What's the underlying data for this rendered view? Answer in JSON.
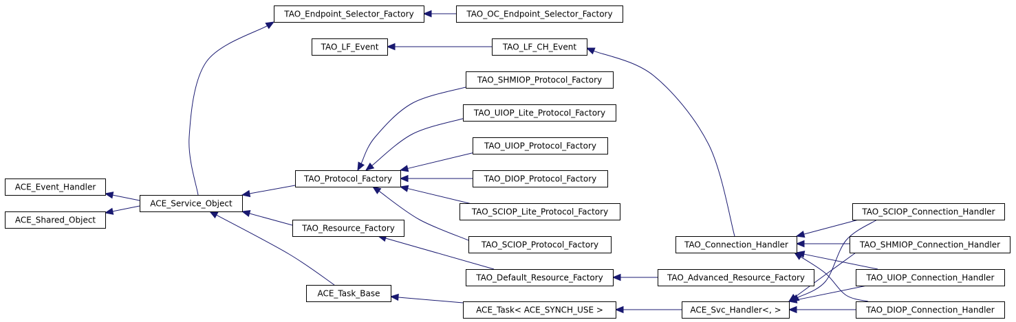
{
  "diagram": {
    "kind": "class inheritance graph",
    "colors": {
      "edge": "#191970",
      "node_border": "#000000",
      "node_fill": "#ffffff"
    },
    "nodes": [
      {
        "id": "endpoint_selector_factory",
        "label": "TAO_Endpoint_Selector_Factory"
      },
      {
        "id": "oc_endpoint_selector_factory",
        "label": "TAO_OC_Endpoint_Selector_Factory"
      },
      {
        "id": "lf_event",
        "label": "TAO_LF_Event"
      },
      {
        "id": "lf_ch_event",
        "label": "TAO_LF_CH_Event"
      },
      {
        "id": "shmiop_protocol_factory",
        "label": "TAO_SHMIOP_Protocol_Factory"
      },
      {
        "id": "uiop_lite_protocol_factory",
        "label": "TAO_UIOP_Lite_Protocol_Factory"
      },
      {
        "id": "uiop_protocol_factory",
        "label": "TAO_UIOP_Protocol_Factory"
      },
      {
        "id": "diop_protocol_factory",
        "label": "TAO_DIOP_Protocol_Factory"
      },
      {
        "id": "sciop_lite_protocol_factory",
        "label": "TAO_SCIOP_Lite_Protocol_Factory"
      },
      {
        "id": "sciop_protocol_factory",
        "label": "TAO_SCIOP_Protocol_Factory"
      },
      {
        "id": "protocol_factory",
        "label": "TAO_Protocol_Factory"
      },
      {
        "id": "resource_factory",
        "label": "TAO_Resource_Factory"
      },
      {
        "id": "event_handler",
        "label": "ACE_Event_Handler"
      },
      {
        "id": "shared_object",
        "label": "ACE_Shared_Object"
      },
      {
        "id": "service_object",
        "label": "ACE_Service_Object"
      },
      {
        "id": "task_base",
        "label": "ACE_Task_Base"
      },
      {
        "id": "default_resource_factory",
        "label": "TAO_Default_Resource_Factory"
      },
      {
        "id": "advanced_resource_factory",
        "label": "TAO_Advanced_Resource_Factory"
      },
      {
        "id": "ace_task",
        "label": "ACE_Task< ACE_SYNCH_USE >"
      },
      {
        "id": "svc_handler",
        "label": "ACE_Svc_Handler<, >"
      },
      {
        "id": "connection_handler",
        "label": "TAO_Connection_Handler"
      },
      {
        "id": "sciop_connection_handler",
        "label": "TAO_SCIOP_Connection_Handler"
      },
      {
        "id": "shmiop_connection_handler",
        "label": "TAO_SHMIOP_Connection_Handler"
      },
      {
        "id": "uiop_connection_handler",
        "label": "TAO_UIOP_Connection_Handler"
      },
      {
        "id": "diop_connection_handler",
        "label": "TAO_DIOP_Connection_Handler"
      }
    ],
    "edges": [
      {
        "from": "oc_endpoint_selector_factory",
        "to": "endpoint_selector_factory"
      },
      {
        "from": "service_object",
        "to": "endpoint_selector_factory"
      },
      {
        "from": "lf_ch_event",
        "to": "lf_event"
      },
      {
        "from": "connection_handler",
        "to": "lf_ch_event"
      },
      {
        "from": "shmiop_protocol_factory",
        "to": "protocol_factory"
      },
      {
        "from": "uiop_lite_protocol_factory",
        "to": "protocol_factory"
      },
      {
        "from": "uiop_protocol_factory",
        "to": "protocol_factory"
      },
      {
        "from": "diop_protocol_factory",
        "to": "protocol_factory"
      },
      {
        "from": "sciop_lite_protocol_factory",
        "to": "protocol_factory"
      },
      {
        "from": "sciop_protocol_factory",
        "to": "protocol_factory"
      },
      {
        "from": "protocol_factory",
        "to": "service_object"
      },
      {
        "from": "resource_factory",
        "to": "service_object"
      },
      {
        "from": "task_base",
        "to": "service_object"
      },
      {
        "from": "service_object",
        "to": "event_handler"
      },
      {
        "from": "service_object",
        "to": "shared_object"
      },
      {
        "from": "default_resource_factory",
        "to": "resource_factory"
      },
      {
        "from": "advanced_resource_factory",
        "to": "default_resource_factory"
      },
      {
        "from": "ace_task",
        "to": "task_base"
      },
      {
        "from": "svc_handler",
        "to": "ace_task"
      },
      {
        "from": "sciop_connection_handler",
        "to": "connection_handler"
      },
      {
        "from": "shmiop_connection_handler",
        "to": "connection_handler"
      },
      {
        "from": "uiop_connection_handler",
        "to": "connection_handler"
      },
      {
        "from": "diop_connection_handler",
        "to": "connection_handler"
      },
      {
        "from": "sciop_connection_handler",
        "to": "svc_handler"
      },
      {
        "from": "shmiop_connection_handler",
        "to": "svc_handler"
      },
      {
        "from": "uiop_connection_handler",
        "to": "svc_handler"
      },
      {
        "from": "diop_connection_handler",
        "to": "svc_handler"
      }
    ]
  }
}
